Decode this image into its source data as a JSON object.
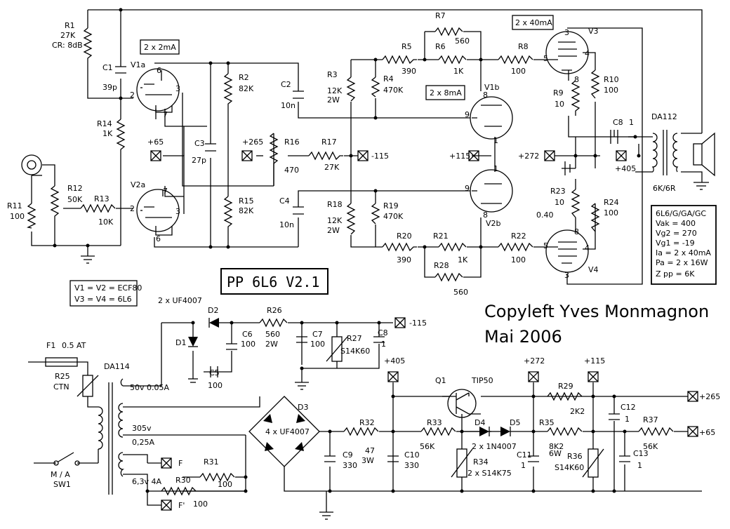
{
  "title": "PP 6L6 V2.1",
  "copyleft": "Copyleft Yves Monmagnon",
  "date": "Mai 2006",
  "tubes_box": [
    "V1 = V2 = ECF80",
    "V3 = V4 = 6L6"
  ],
  "specs_box": [
    "6L6/G/GA/GC",
    "Vak = 400",
    "Vg2 = 270",
    "Vg1 = -19",
    "Ia = 2 x 40mA",
    "Pa = 2 x 16W",
    "Z pp = 6K"
  ],
  "currents": {
    "v1": "2 x 2mA",
    "v1b": "2 x 8mA",
    "v3": "2 x 40mA"
  },
  "tube_labels": {
    "V1a": "V1a",
    "V2a": "V2a",
    "V1b": "V1b",
    "V2b": "V2b",
    "V3": "V3",
    "V4": "V4"
  },
  "rails": {
    "p65": "+65",
    "p265": "+265",
    "m115": "-115",
    "p115": "+115",
    "p272": "+272",
    "p405": "+405",
    "m115b": "-115",
    "r405": "+405",
    "r272": "+272",
    "r115": "+115",
    "o265": "+265",
    "o65": "+65",
    "F": "F",
    "Fp": "F'"
  },
  "components": {
    "R1": [
      "R1",
      "27K",
      "CR: 8dB"
    ],
    "C1": [
      "C1",
      "39p"
    ],
    "R14": [
      "R14",
      "1K"
    ],
    "R11": [
      "R11",
      "100"
    ],
    "R12": [
      "R12",
      "50K"
    ],
    "R13": [
      "R13",
      "10K"
    ],
    "R2": [
      "R2",
      "82K"
    ],
    "R15": [
      "R15",
      "82K"
    ],
    "C3": [
      "C3",
      "27p"
    ],
    "C2": [
      "C2",
      "10n"
    ],
    "C4": [
      "C4",
      "10n"
    ],
    "R16": [
      "R16",
      "470"
    ],
    "R17": [
      "R17",
      "27K"
    ],
    "R3": [
      "R3",
      "12K",
      "2W"
    ],
    "R4": [
      "R4",
      "470K"
    ],
    "R18": [
      "R18",
      "12K",
      "2W"
    ],
    "R19": [
      "R19",
      "470K"
    ],
    "R5": [
      "R5",
      "390"
    ],
    "R6": [
      "R6",
      "1K"
    ],
    "R7": [
      "R7",
      "560"
    ],
    "R20": [
      "R20",
      "390"
    ],
    "R21": [
      "R21",
      "1K"
    ],
    "R28": [
      "R28",
      "560"
    ],
    "R8": [
      "R8",
      "100"
    ],
    "R22": [
      "R22",
      "100"
    ],
    "R9": [
      "R9",
      "10"
    ],
    "R10": [
      "R10",
      "100"
    ],
    "R23": [
      "R23",
      "10"
    ],
    "R24": [
      "R24",
      "100"
    ],
    "v040": "0.40",
    "C8top": [
      "C8",
      "1"
    ],
    "DA112": [
      "DA112",
      "6K/6R"
    ],
    "D2": "D2",
    "D1": "D1",
    "UF": "2 x UF4007",
    "R26": [
      "R26",
      "560",
      "2W"
    ],
    "C6": [
      "C6",
      "100"
    ],
    "C5": [
      "C5",
      "100"
    ],
    "C7": [
      "C7",
      "100"
    ],
    "R27": [
      "R27",
      "S14K60"
    ],
    "C8": [
      "C8",
      "1"
    ],
    "F1": [
      "F1",
      "0.5 AT"
    ],
    "R25": [
      "R25",
      "CTN"
    ],
    "DA114": "DA114",
    "sec1": [
      "50v 0.05A"
    ],
    "sec2": [
      "305v",
      "0,25A"
    ],
    "sec3": [
      "6,3v 4A"
    ],
    "SW1": [
      "M / A",
      "SW1"
    ],
    "R31": [
      "R31",
      "100"
    ],
    "R30": [
      "R30",
      "100"
    ],
    "D3": [
      "D3",
      "4 x UF4007"
    ],
    "R32": [
      "R32",
      "47",
      "3W"
    ],
    "C9": [
      "C9",
      "330"
    ],
    "C10": [
      "C10",
      "330"
    ],
    "Q1": [
      "Q1",
      "TIP50"
    ],
    "R33": [
      "R33",
      "56K"
    ],
    "D4": "D4",
    "D5": "D5",
    "D45": "2 x 1N4007",
    "R34": [
      "R34",
      "2 x S14K75"
    ],
    "C11": [
      "C11",
      "1"
    ],
    "R35": [
      "R35",
      "8K2",
      "6W"
    ],
    "R36": [
      "R36",
      "S14K60"
    ],
    "R29": [
      "R29",
      "2K2"
    ],
    "C12": [
      "C12",
      "1"
    ],
    "C13": [
      "C13",
      "1"
    ],
    "R37": [
      "R37",
      "56K"
    ]
  },
  "pins": {
    "p6": "6",
    "p3": "3",
    "p2": "2",
    "p7": "7",
    "p8": "8",
    "p9": "9",
    "p1": "1",
    "p5": "5",
    "p4": "4"
  }
}
